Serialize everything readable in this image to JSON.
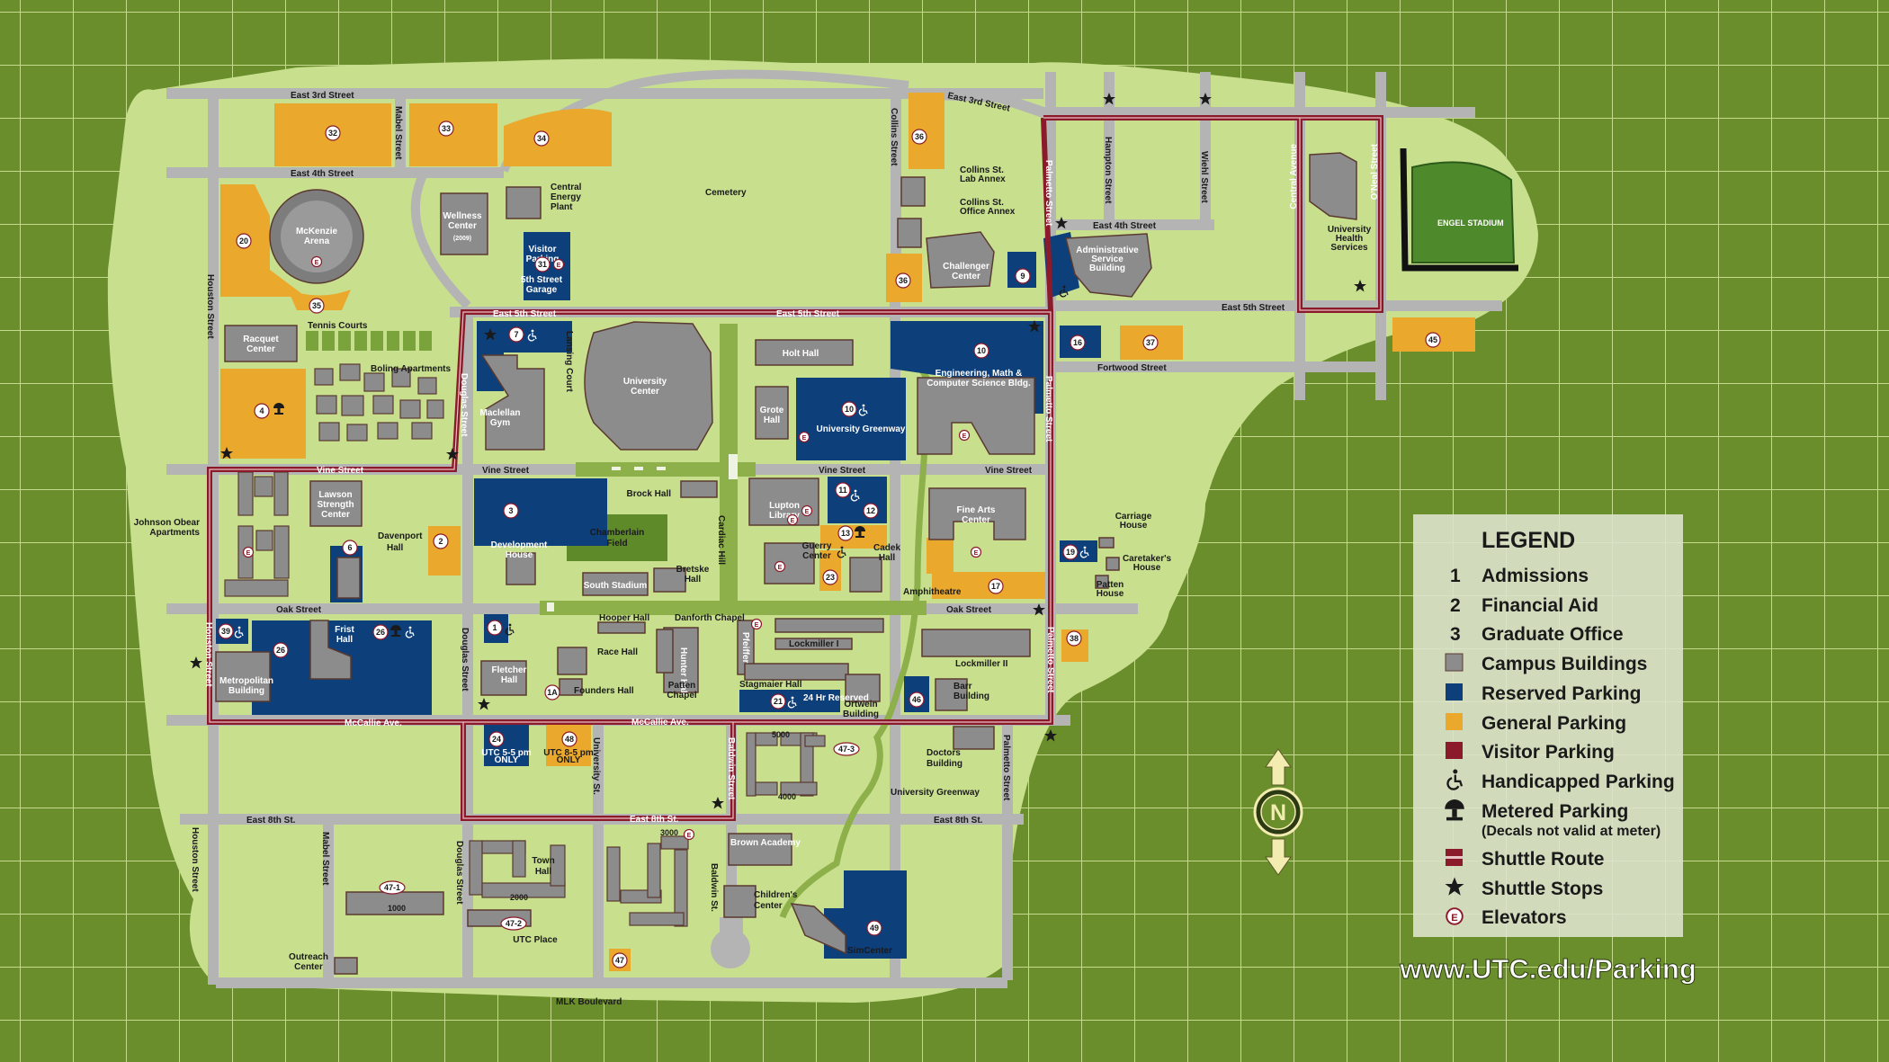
{
  "streets": {
    "east_3rd_a": "East 3rd Street",
    "east_3rd_b": "East 3rd Street",
    "east_4th_a": "East 4th Street",
    "east_4th_b": "East 4th Street",
    "east_5th_a": "East 5th Street",
    "east_5th_b": "East 5th Street",
    "east_5th_c": "East 5th Street",
    "vine_a": "Vine Street",
    "vine_b": "Vine Street",
    "vine_c": "Vine Street",
    "vine_d": "Vine Street",
    "oak_a": "Oak Street",
    "oak_b": "Oak Street",
    "mccallie_a": "McCallie Ave.",
    "mccallie_b": "McCallie Ave.",
    "east_8th_a": "East 8th St.",
    "east_8th_b": "East 8th St.",
    "east_8th_c": "East 8th St.",
    "mlk": "MLK Boulevard",
    "fortwood": "Fortwood Street",
    "danforth": "Danforth Chapel",
    "houston_a": "Houston Street",
    "houston_b": "Houston Street",
    "houston_c": "Houston Street",
    "mabel_a": "Mabel Street",
    "mabel_b": "Mabel Street",
    "douglas_a": "Douglas Street",
    "douglas_b": "Douglas Street",
    "douglas_c": "Douglas Street",
    "palmetto_a": "Palmetto Street",
    "palmetto_b": "Palmetto Street",
    "palmetto_c": "Palmetto Street",
    "palmetto_d": "Palmetto Street",
    "collins": "Collins Street",
    "hampton": "Hampton Street",
    "wiehl": "Wiehl Street",
    "central": "Central Avenue",
    "oneal": "O'Neal Street",
    "lansing": "Lansing Court",
    "cardiac": "Cardiac Hill",
    "university": "University St.",
    "baldwin_a": "Baldwin Street",
    "baldwin_b": "Baldwin St."
  },
  "buildings": {
    "mckenzie": [
      "McKenzie",
      "Arena"
    ],
    "wellness": [
      "Wellness",
      "Center",
      "(2009)"
    ],
    "energy": [
      "Central",
      "Energy",
      "Plant"
    ],
    "cemetery": "Cemetery",
    "collins_lab": [
      "Collins St.",
      "Lab Annex"
    ],
    "collins_office": [
      "Collins St.",
      "Office Annex"
    ],
    "challenger": [
      "Challenger",
      "Center"
    ],
    "admin": [
      "Administrative",
      "Service",
      "Building"
    ],
    "health": [
      "University",
      "Health",
      "Services"
    ],
    "engel": "ENGEL STADIUM",
    "tennis": "Tennis Courts",
    "racquet": [
      "Racquet",
      "Center"
    ],
    "boling": "Boling Apartments",
    "maclellan": [
      "Maclellan",
      "Gym"
    ],
    "uc": [
      "University",
      "Center"
    ],
    "holt": "Holt Hall",
    "grote": [
      "Grote",
      "Hall"
    ],
    "emcs": [
      "Engineering, Math &",
      "Computer Science Bldg."
    ],
    "greenway": "University Greenway",
    "greenway2": "University Greenway",
    "lawson": [
      "Lawson",
      "Strength",
      "Center"
    ],
    "johnson": [
      "Johnson Obear",
      "Apartments"
    ],
    "development": [
      "Development",
      "House"
    ],
    "chamberlain": [
      "Chamberlain",
      "Field"
    ],
    "brock": "Brock Hall",
    "lupton": [
      "Lupton",
      "Library"
    ],
    "guerry": [
      "Guerry",
      "Center"
    ],
    "cadek": [
      "Cadek",
      "Hall"
    ],
    "fine_arts": [
      "Fine Arts",
      "Center"
    ],
    "carriage": [
      "Carriage",
      "House"
    ],
    "caretaker": [
      "Caretaker's",
      "House"
    ],
    "patten_house": [
      "Patten",
      "House"
    ],
    "davenport": [
      "Davenport",
      "Hall"
    ],
    "south_stadium": "South Stadium",
    "bretske": [
      "Bretske",
      "Hall"
    ],
    "amphitheatre": "Amphitheatre",
    "hooper": "Hooper Hall",
    "frist": [
      "Frist",
      "Hall"
    ],
    "race": "Race Hall",
    "hunter": "Hunter Hall",
    "pfeiffer": "Pfeiffer",
    "lockmiller1": "Lockmiller I",
    "lockmiller2": "Lockmiller II",
    "metropolitan": [
      "Metropolitan",
      "Building"
    ],
    "fletcher": [
      "Fletcher",
      "Hall"
    ],
    "founders": "Founders Hall",
    "patten_chapel": [
      "Patten",
      "Chapel"
    ],
    "stagmaier": "Stagmaier Hall",
    "ortwein": [
      "Ortwein",
      "Building"
    ],
    "barr": [
      "Barr",
      "Building"
    ],
    "doctors": [
      "Doctors",
      "Building"
    ],
    "brown": "Brown Academy",
    "childrens": [
      "Children's",
      "Center"
    ],
    "town": [
      "Town",
      "Hall"
    ],
    "utc_place": "UTC Place",
    "outreach": [
      "Outreach",
      "Center"
    ],
    "simcenter": "SimCenter",
    "n5000": "5000",
    "n4000": "4000",
    "n3000": "3000",
    "n2000": "2000",
    "n1000": "1000",
    "visitor": [
      "Visitor",
      "Parking"
    ],
    "garage": [
      "5th Street",
      "Garage"
    ]
  },
  "lot_notes": {
    "reserved24": "24 Hr Reserved",
    "lot24": [
      "UTC 5-5 pm",
      "ONLY"
    ],
    "lot48": [
      "UTC 8-5 pm",
      "ONLY"
    ]
  },
  "lots": [
    "32",
    "33",
    "34",
    "36",
    "20",
    "35",
    "31",
    "9",
    "36",
    "7",
    "4",
    "10",
    "10",
    "16",
    "37",
    "45",
    "3",
    "2",
    "6",
    "11",
    "12",
    "13",
    "23",
    "17",
    "19",
    "26",
    "26",
    "39",
    "1",
    "1A",
    "21",
    "46",
    "38",
    "24",
    "48",
    "47-3",
    "47-1",
    "47-2",
    "47",
    "49"
  ],
  "legend": {
    "title": "LEGEND",
    "items": [
      {
        "key": "1",
        "label": "Admissions"
      },
      {
        "key": "2",
        "label": "Financial Aid"
      },
      {
        "key": "3",
        "label": "Graduate Office"
      },
      {
        "key": "",
        "label": "Campus Buildings",
        "swatch": "#8c8c8c"
      },
      {
        "key": "",
        "label": "Reserved Parking",
        "swatch": "#0d3f7a"
      },
      {
        "key": "",
        "label": "General Parking",
        "swatch": "#eaa92c"
      },
      {
        "key": "",
        "label": "Visitor Parking",
        "swatch": "#8b1a2a"
      },
      {
        "key": "",
        "label": "Handicapped Parking",
        "icon": "wheelchair"
      },
      {
        "key": "",
        "label": "Metered Parking",
        "sub": "(Decals not valid at meter)",
        "icon": "meter"
      },
      {
        "key": "",
        "label": "Shuttle Route",
        "icon": "route"
      },
      {
        "key": "",
        "label": "Shuttle Stops",
        "icon": "star"
      },
      {
        "key": "",
        "label": "Elevators",
        "icon": "elevator"
      }
    ]
  },
  "compass": "N",
  "url": "www.UTC.edu/Parking",
  "colors": {
    "background": "#6b8e2c",
    "campus": "#c8df8e",
    "road": "#b4b4b4",
    "building": "#8c8c8c",
    "reserved": "#0d3f7a",
    "general": "#eaa92c",
    "visitor": "#8b1a2a",
    "route": "#8b1a2a",
    "greenway": "#8db04a"
  }
}
